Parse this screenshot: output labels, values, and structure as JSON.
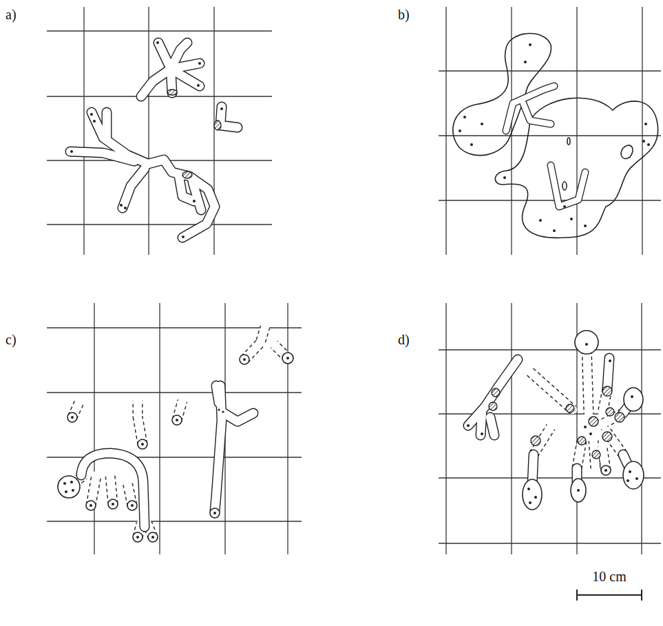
{
  "diagram": {
    "labels": [
      "a)",
      "b)",
      "c)",
      "d)",
      "10 cm"
    ]
  }
}
